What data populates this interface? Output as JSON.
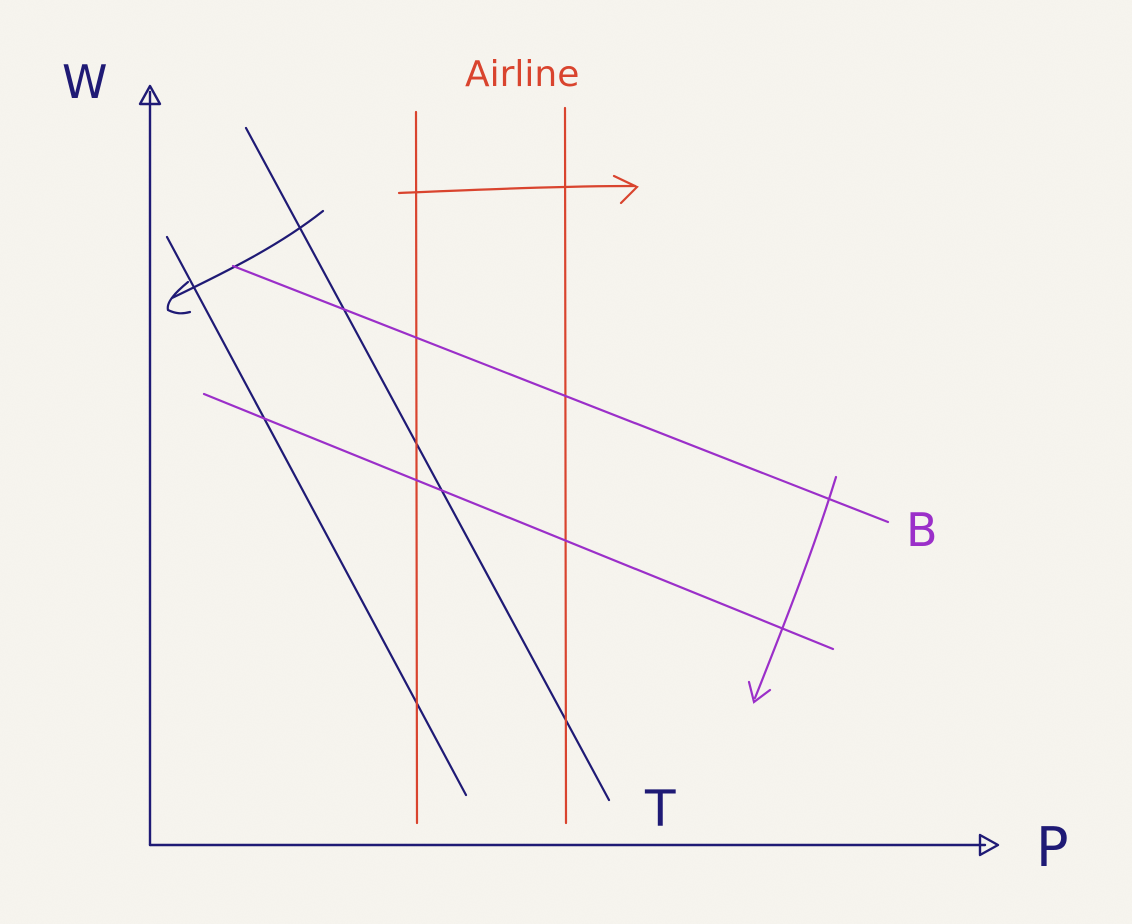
{
  "labels": {
    "y_axis": "W",
    "x_axis": "P",
    "airline": "Airline",
    "t_curve": "T",
    "b_curve": "B"
  },
  "colors": {
    "background": "#f7f5ef",
    "axes": "#1f1a75",
    "t_curves": "#1f1a75",
    "airline": "#d9442e",
    "b_curves": "#9b2fc9"
  }
}
